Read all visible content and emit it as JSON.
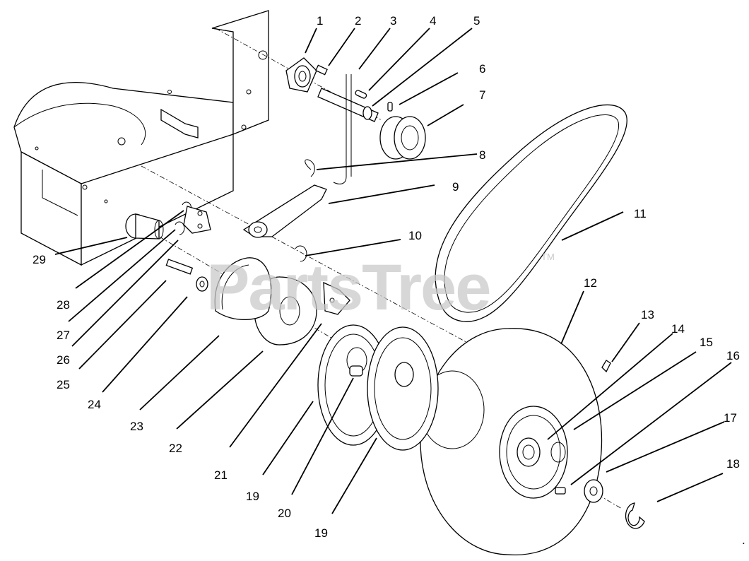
{
  "watermark": {
    "text": "PartsTree",
    "trademark": "TM"
  },
  "corner_mark": ".",
  "callouts": [
    {
      "id": "c1",
      "text": "1"
    },
    {
      "id": "c2",
      "text": "2"
    },
    {
      "id": "c3",
      "text": "3"
    },
    {
      "id": "c4",
      "text": "4"
    },
    {
      "id": "c5",
      "text": "5"
    },
    {
      "id": "c6",
      "text": "6"
    },
    {
      "id": "c7",
      "text": "7"
    },
    {
      "id": "c8",
      "text": "8"
    },
    {
      "id": "c9",
      "text": "9"
    },
    {
      "id": "c10",
      "text": "10"
    },
    {
      "id": "c11",
      "text": "11"
    },
    {
      "id": "c12",
      "text": "12"
    },
    {
      "id": "c13",
      "text": "13"
    },
    {
      "id": "c14",
      "text": "14"
    },
    {
      "id": "c15",
      "text": "15"
    },
    {
      "id": "c16",
      "text": "16"
    },
    {
      "id": "c17",
      "text": "17"
    },
    {
      "id": "c18",
      "text": "18"
    },
    {
      "id": "c19a",
      "text": "19"
    },
    {
      "id": "c19b",
      "text": "19"
    },
    {
      "id": "c20",
      "text": "20"
    },
    {
      "id": "c21",
      "text": "21"
    },
    {
      "id": "c22",
      "text": "22"
    },
    {
      "id": "c23",
      "text": "23"
    },
    {
      "id": "c24",
      "text": "24"
    },
    {
      "id": "c25",
      "text": "25"
    },
    {
      "id": "c26",
      "text": "26"
    },
    {
      "id": "c27",
      "text": "27"
    },
    {
      "id": "c28",
      "text": "28"
    },
    {
      "id": "c29",
      "text": "29"
    }
  ]
}
